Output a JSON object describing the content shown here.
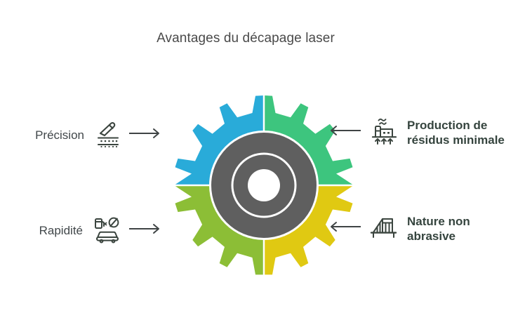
{
  "page": {
    "title": "Avantages du décapage laser",
    "background": "#ffffff",
    "title_color": "#4a4a4a"
  },
  "gear": {
    "name": "four-quadrant-gear",
    "teeth": 12,
    "hub_color": "#5f5f5f",
    "ring_color": "#ffffff",
    "center_hole_color": "#ffffff",
    "quadrants": [
      {
        "position": "top-left",
        "color": "#29abd9",
        "label": "Précision"
      },
      {
        "position": "top-right",
        "color": "#3dc57e",
        "label": "Production de résidus minimale"
      },
      {
        "position": "bottom-left",
        "color": "#8cbe36",
        "label": "Rapidité"
      },
      {
        "position": "bottom-right",
        "color": "#e0c912",
        "label": "Nature non abrasive"
      }
    ]
  },
  "arrow": {
    "color": "#3f4445",
    "left_direction": "right",
    "right_direction": "left"
  },
  "callouts": {
    "left": [
      {
        "id": "precision",
        "label": "Précision",
        "icon": "laser-blade-icon",
        "arrow_direction": "right",
        "accent": "#29abd9"
      },
      {
        "id": "rapidite",
        "label": "Rapidité",
        "icon": "fast-car-fuel-icon",
        "arrow_direction": "right",
        "accent": "#8cbe36"
      }
    ],
    "right": [
      {
        "id": "residus",
        "label": "Production de\nrésidus minimale",
        "icon": "factory-emissions-icon",
        "arrow_direction": "left",
        "accent": "#3dc57e"
      },
      {
        "id": "abrasive",
        "label": "Nature non\nabrasive",
        "icon": "abrasive-block-icon",
        "arrow_direction": "left",
        "accent": "#e0c912"
      }
    ]
  },
  "icon_color": "#3b453f"
}
